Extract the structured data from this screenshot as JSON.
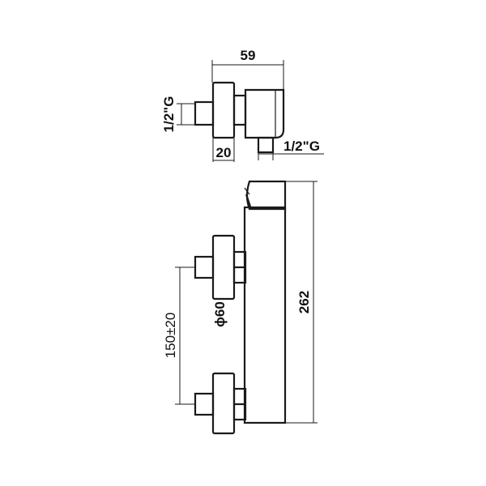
{
  "dimensions": {
    "top_width": "59",
    "inlet_thread_left": "1/2\"G",
    "flange_depth": "20",
    "outlet_thread": "1/2\"G",
    "overall_height": "262",
    "flange_diameter": "ϕ60",
    "inlet_spacing": "150±20"
  }
}
